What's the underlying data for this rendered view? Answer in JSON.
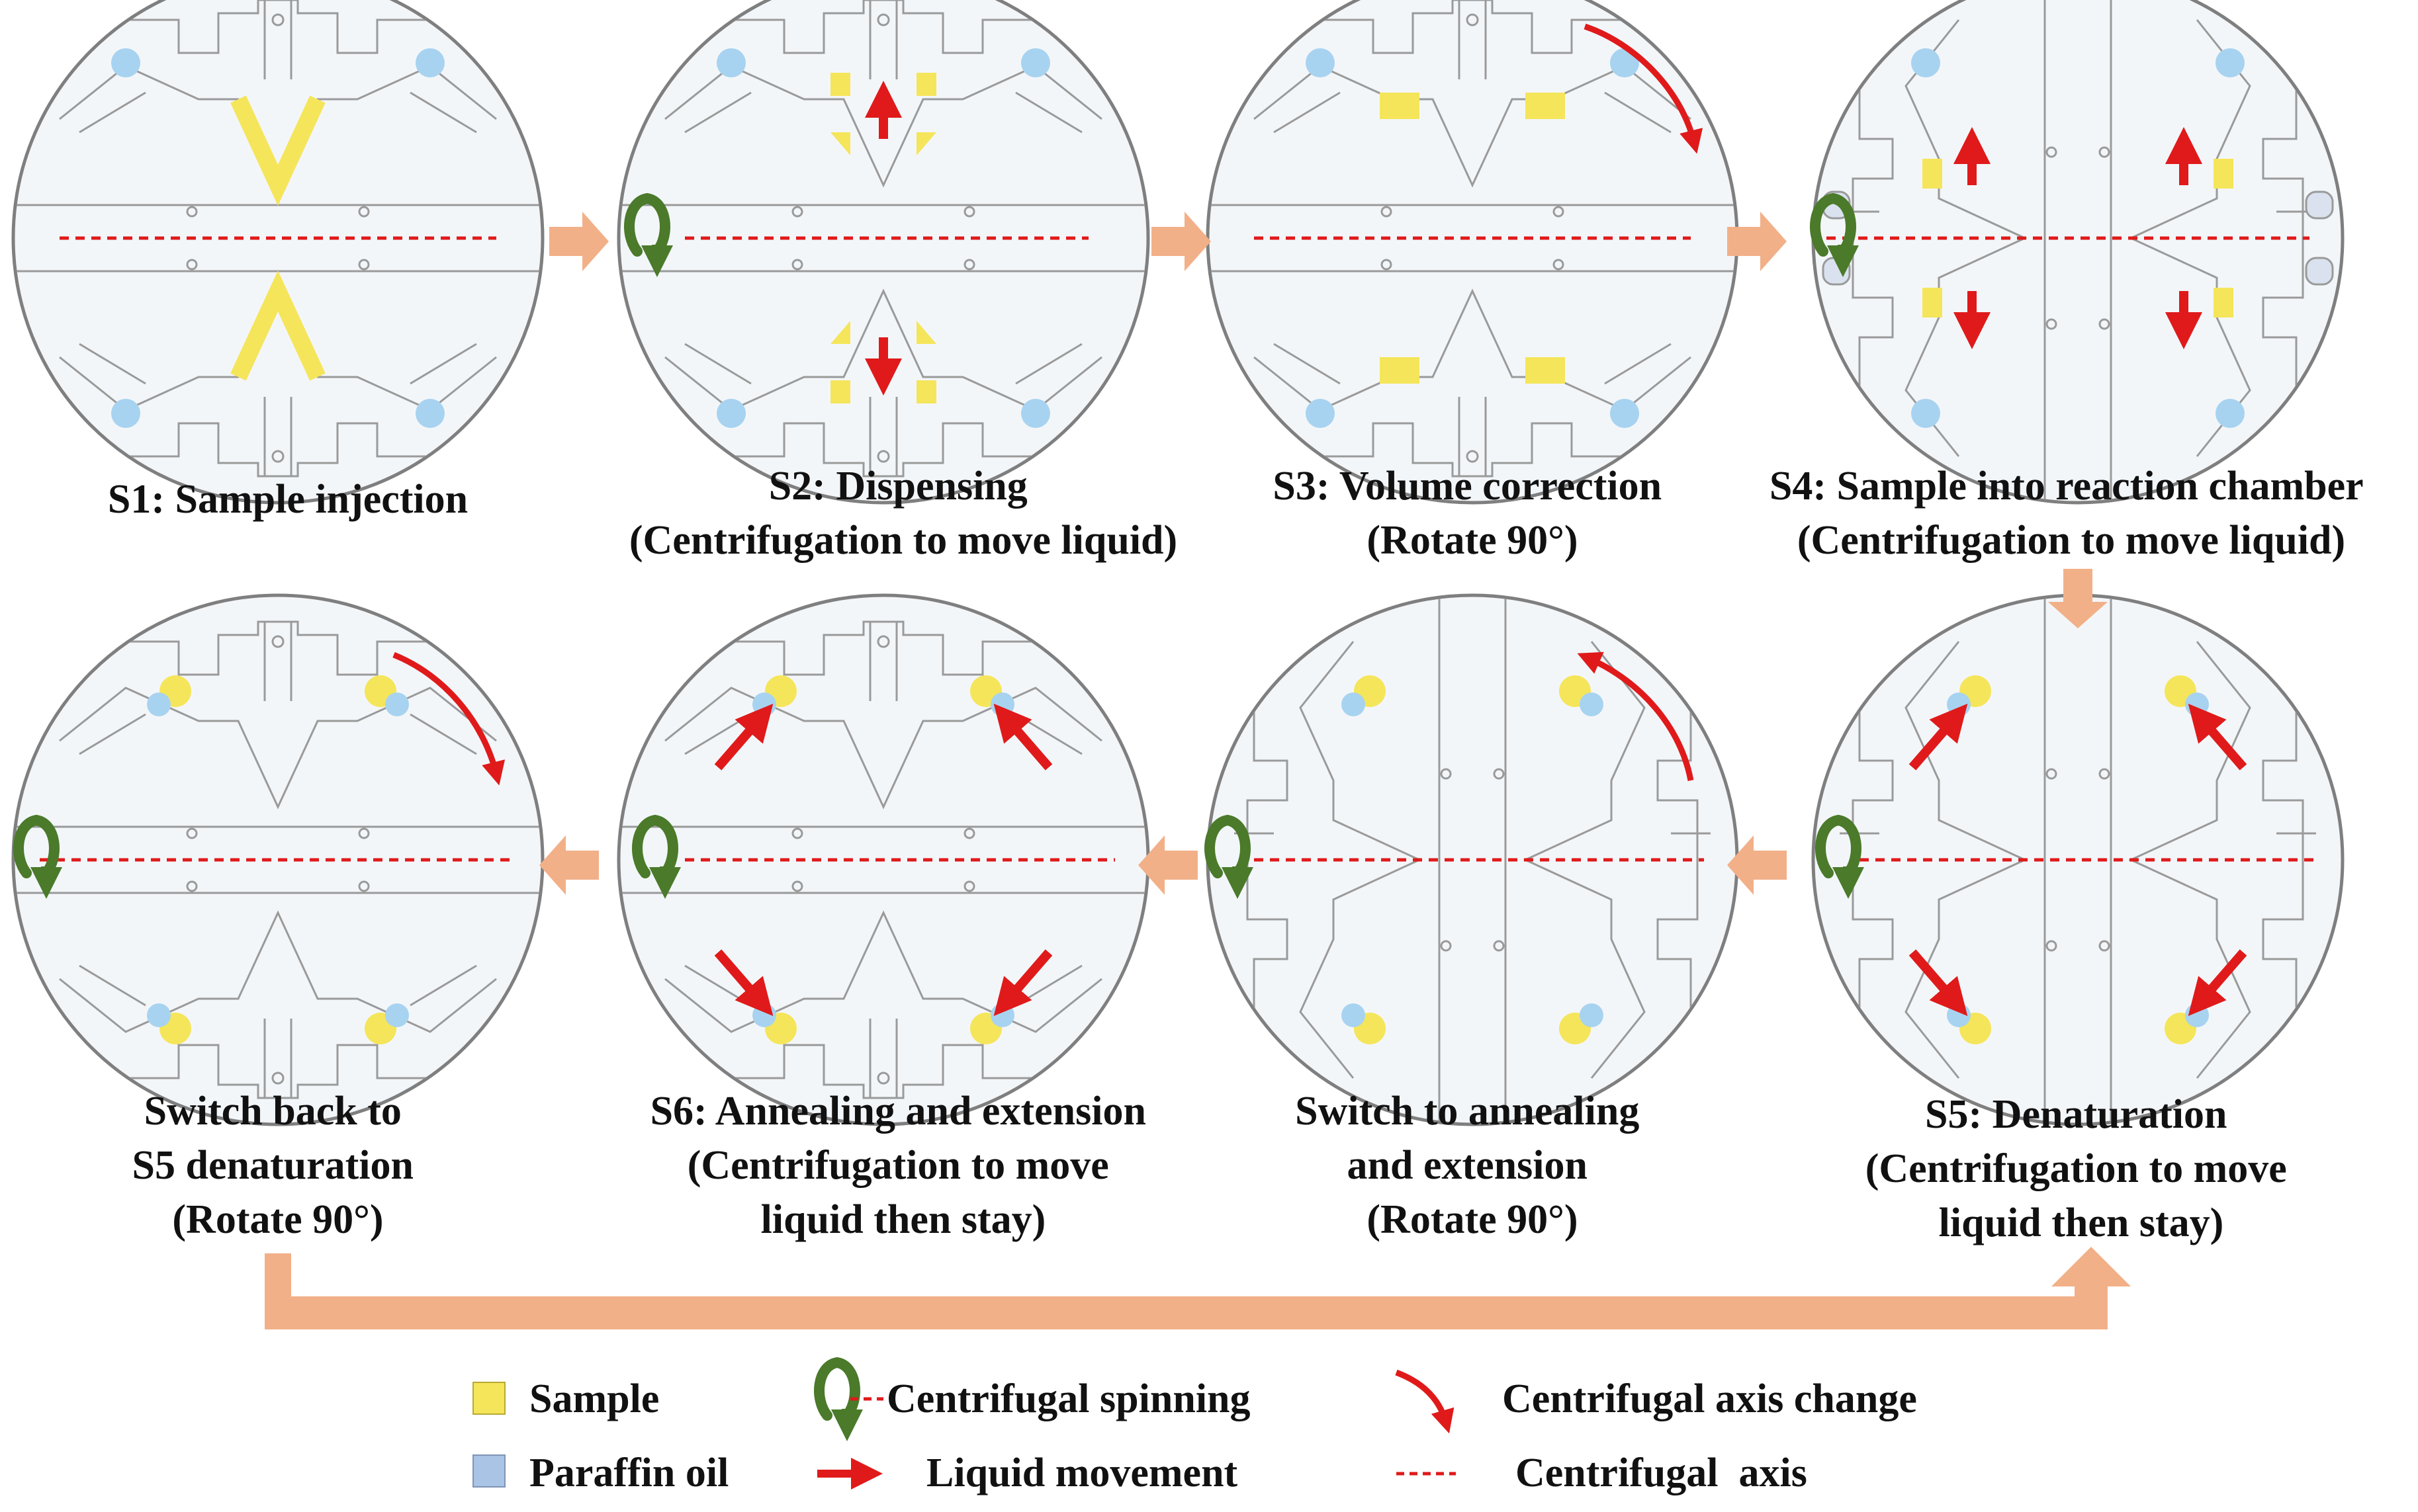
{
  "colors": {
    "sample": "#f5e55a",
    "paraffin_oil": "#a9c4e4",
    "chamber_blue": "#a7d3f0",
    "flow_arrow": "#f2b088",
    "axis": "#e01a1a",
    "liquid_arrow": "#e01a1a",
    "spin_arrow": "#4a7a2a",
    "disc_fill": "#f3f6f9",
    "disc_stroke": "#7f7f7f"
  },
  "steps": [
    {
      "id": "s1",
      "lines": [
        "S1: Sample injection"
      ],
      "axis": "horizontal"
    },
    {
      "id": "s2",
      "lines": [
        "S2: Dispensing",
        "(Centrifugation to move liquid)"
      ],
      "axis": "horizontal"
    },
    {
      "id": "s3",
      "lines": [
        "S3: Volume correction",
        "(Rotate 90°)"
      ],
      "axis": "horizontal"
    },
    {
      "id": "s4",
      "lines": [
        "S4: Sample into reaction chamber",
        "(Centrifugation to move liquid)"
      ],
      "axis": "horizontal"
    },
    {
      "id": "s5",
      "lines": [
        "S5: Denaturation",
        "(Centrifugation to move",
        "liquid then stay)"
      ],
      "axis": "horizontal"
    },
    {
      "id": "switch-anneal",
      "lines": [
        "Switch to annealing",
        "and extension",
        "(Rotate 90°)"
      ],
      "axis": "horizontal"
    },
    {
      "id": "s6",
      "lines": [
        "S6: Annealing and extension",
        "(Centrifugation to move",
        "liquid then stay)"
      ],
      "axis": "horizontal"
    },
    {
      "id": "switch-back",
      "lines": [
        "Switch back to",
        "S5 denaturation",
        "(Rotate 90°)"
      ],
      "axis": "horizontal"
    }
  ],
  "legend": {
    "sample": "Sample",
    "paraffin_oil": "Paraffin oil",
    "centrifugal_spinning": "Centrifugal spinning",
    "liquid_movement": "Liquid movement",
    "centrifugal_axis_change": "Centrifugal axis change",
    "centrifugal_axis": "Centrifugal  axis"
  }
}
